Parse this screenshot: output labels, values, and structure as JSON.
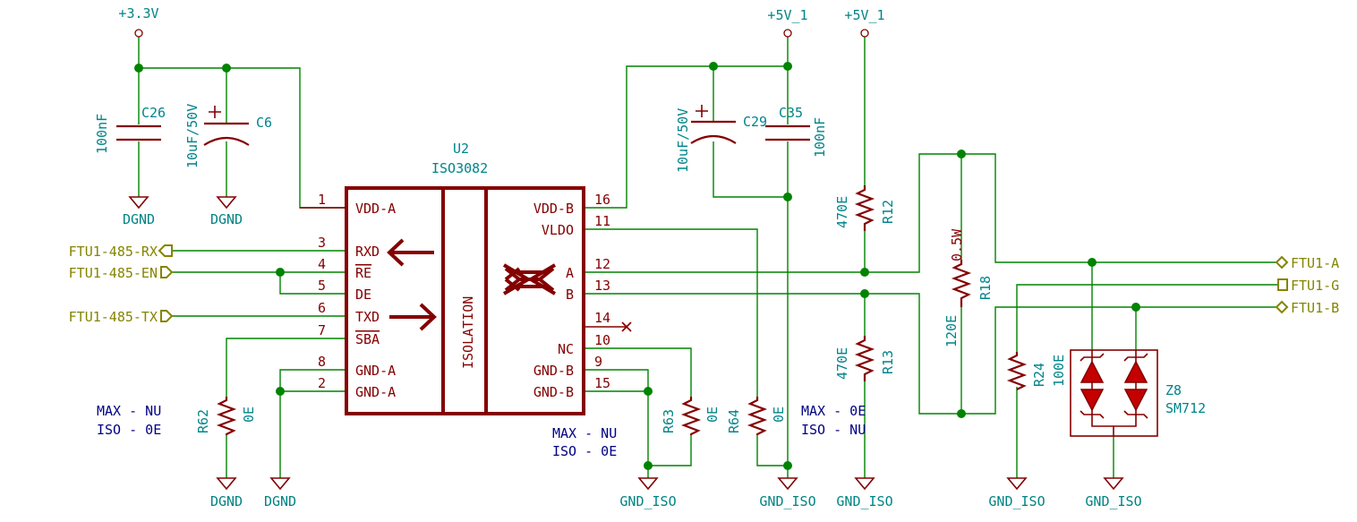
{
  "chip": {
    "ref": "U2",
    "value": "ISO3082",
    "isolation_label": "ISOLATION",
    "pins_left": [
      {
        "num": "1",
        "name": "VDD-A"
      },
      {
        "num": "3",
        "name": "RXD"
      },
      {
        "num": "4",
        "name": "RE"
      },
      {
        "num": "5",
        "name": "DE"
      },
      {
        "num": "6",
        "name": "TXD"
      },
      {
        "num": "7",
        "name": "SBA"
      },
      {
        "num": "8",
        "name": "GND-A"
      },
      {
        "num": "2",
        "name": "GND-A"
      }
    ],
    "pins_right": [
      {
        "num": "16",
        "name": "VDD-B"
      },
      {
        "num": "11",
        "name": "VLDO"
      },
      {
        "num": "12",
        "name": "A"
      },
      {
        "num": "13",
        "name": "B"
      },
      {
        "num": "14",
        "name": ""
      },
      {
        "num": "10",
        "name": "NC"
      },
      {
        "num": "9",
        "name": "GND-B"
      },
      {
        "num": "15",
        "name": "GND-B"
      }
    ]
  },
  "power": {
    "v33": "+3.3V",
    "v5a": "+5V_1",
    "v5b": "+5V_1",
    "dgnd": "DGND",
    "gndiso": "GND_ISO"
  },
  "components": {
    "c26": {
      "ref": "C26",
      "value": "100nF"
    },
    "c6": {
      "ref": "C6",
      "value": "10uF/50V"
    },
    "c29": {
      "ref": "C29",
      "value": "10uF/50V"
    },
    "c35": {
      "ref": "C35",
      "value": "100nF"
    },
    "r12": {
      "ref": "R12",
      "value": "470E"
    },
    "r13": {
      "ref": "R13",
      "value": "470E"
    },
    "r18": {
      "ref": "R18",
      "value": "120E",
      "rating": "0.5W"
    },
    "r24": {
      "ref": "R24",
      "value": "100E"
    },
    "r62": {
      "ref": "R62",
      "value": "0E"
    },
    "r63": {
      "ref": "R63",
      "value": "0E"
    },
    "r64": {
      "ref": "R64",
      "value": "0E"
    },
    "z8": {
      "ref": "Z8",
      "value": "SM712"
    }
  },
  "notes": {
    "r62_max": "MAX - NU",
    "r62_iso": "ISO - 0E",
    "r63_max": "MAX - NU",
    "r63_iso": "ISO - 0E",
    "r13_max": "MAX - 0E",
    "r13_iso": "ISO - NU"
  },
  "ports": {
    "rx": "FTU1-485-RX",
    "en": "FTU1-485-EN",
    "tx": "FTU1-485-TX",
    "a": "FTU1-A",
    "g": "FTU1-G",
    "b": "FTU1-B"
  }
}
